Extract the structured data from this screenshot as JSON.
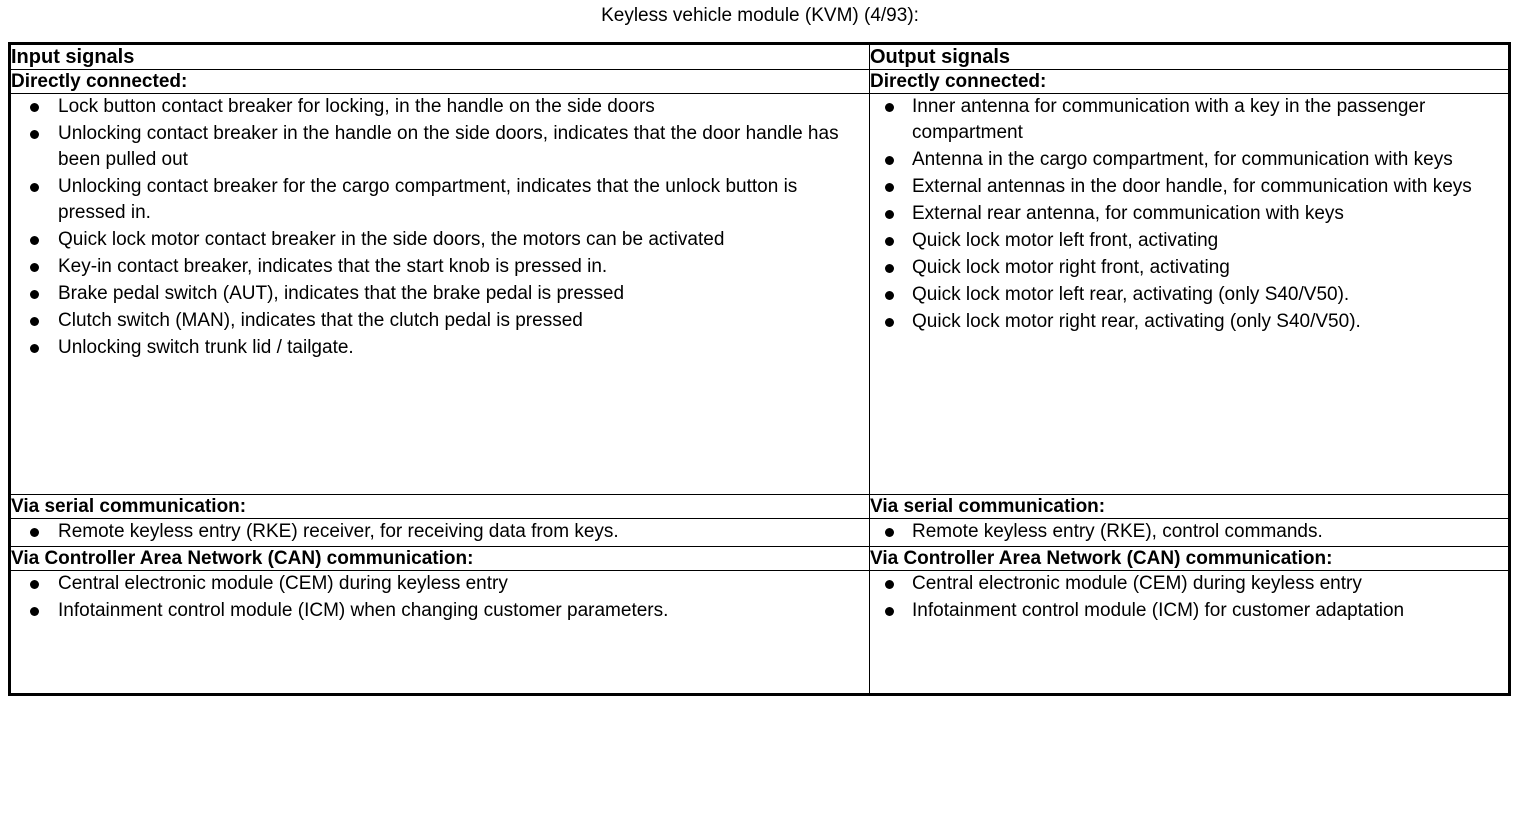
{
  "document": {
    "title": "Keyless vehicle module (KVM) (4/93):"
  },
  "table": {
    "headers": {
      "input": "Input signals",
      "output": "Output signals"
    },
    "sections": [
      {
        "id": "directly-connected",
        "left_heading": "Directly connected:",
        "right_heading": "Directly connected:",
        "left_items": [
          "Lock button contact breaker for locking, in the handle on the side doors",
          "Unlocking contact breaker in the handle on the side doors, indicates that the door handle has been pulled out",
          "Unlocking contact breaker for the cargo compartment, indicates that the unlock button is pressed in.",
          "Quick lock motor contact breaker in the side doors, the motors can be activated",
          "Key-in contact breaker, indicates that the start knob is pressed in.",
          "Brake pedal switch (AUT), indicates that the brake pedal is pressed",
          "Clutch switch (MAN), indicates that the clutch pedal is pressed",
          "Unlocking switch trunk lid / tailgate."
        ],
        "right_items": [
          "Inner antenna for communication with a key in the passenger compartment",
          "Antenna in the cargo compartment, for communication with keys",
          "External antennas in the door handle, for communication with keys",
          "External rear antenna, for communication with keys",
          "Quick lock motor left front, activating",
          "Quick lock motor right front, activating",
          "Quick lock motor left rear, activating (only S40/V50).",
          "Quick lock motor right rear, activating (only S40/V50)."
        ]
      },
      {
        "id": "via-serial-communication",
        "left_heading": "Via serial communication:",
        "right_heading": "Via serial communication:",
        "left_items": [
          "Remote keyless entry (RKE) receiver, for receiving data from keys."
        ],
        "right_items": [
          "Remote keyless entry (RKE), control commands."
        ]
      },
      {
        "id": "via-can-communication",
        "left_heading": "Via Controller Area Network (CAN) communication:",
        "right_heading": "Via Controller Area Network (CAN) communication:",
        "left_items": [
          "Central electronic module (CEM) during keyless entry",
          "Infotainment control module (ICM) when changing customer parameters."
        ],
        "right_items": [
          "Central electronic module (CEM) during keyless entry",
          "Infotainment control module (ICM) for customer adaptation"
        ]
      }
    ]
  }
}
